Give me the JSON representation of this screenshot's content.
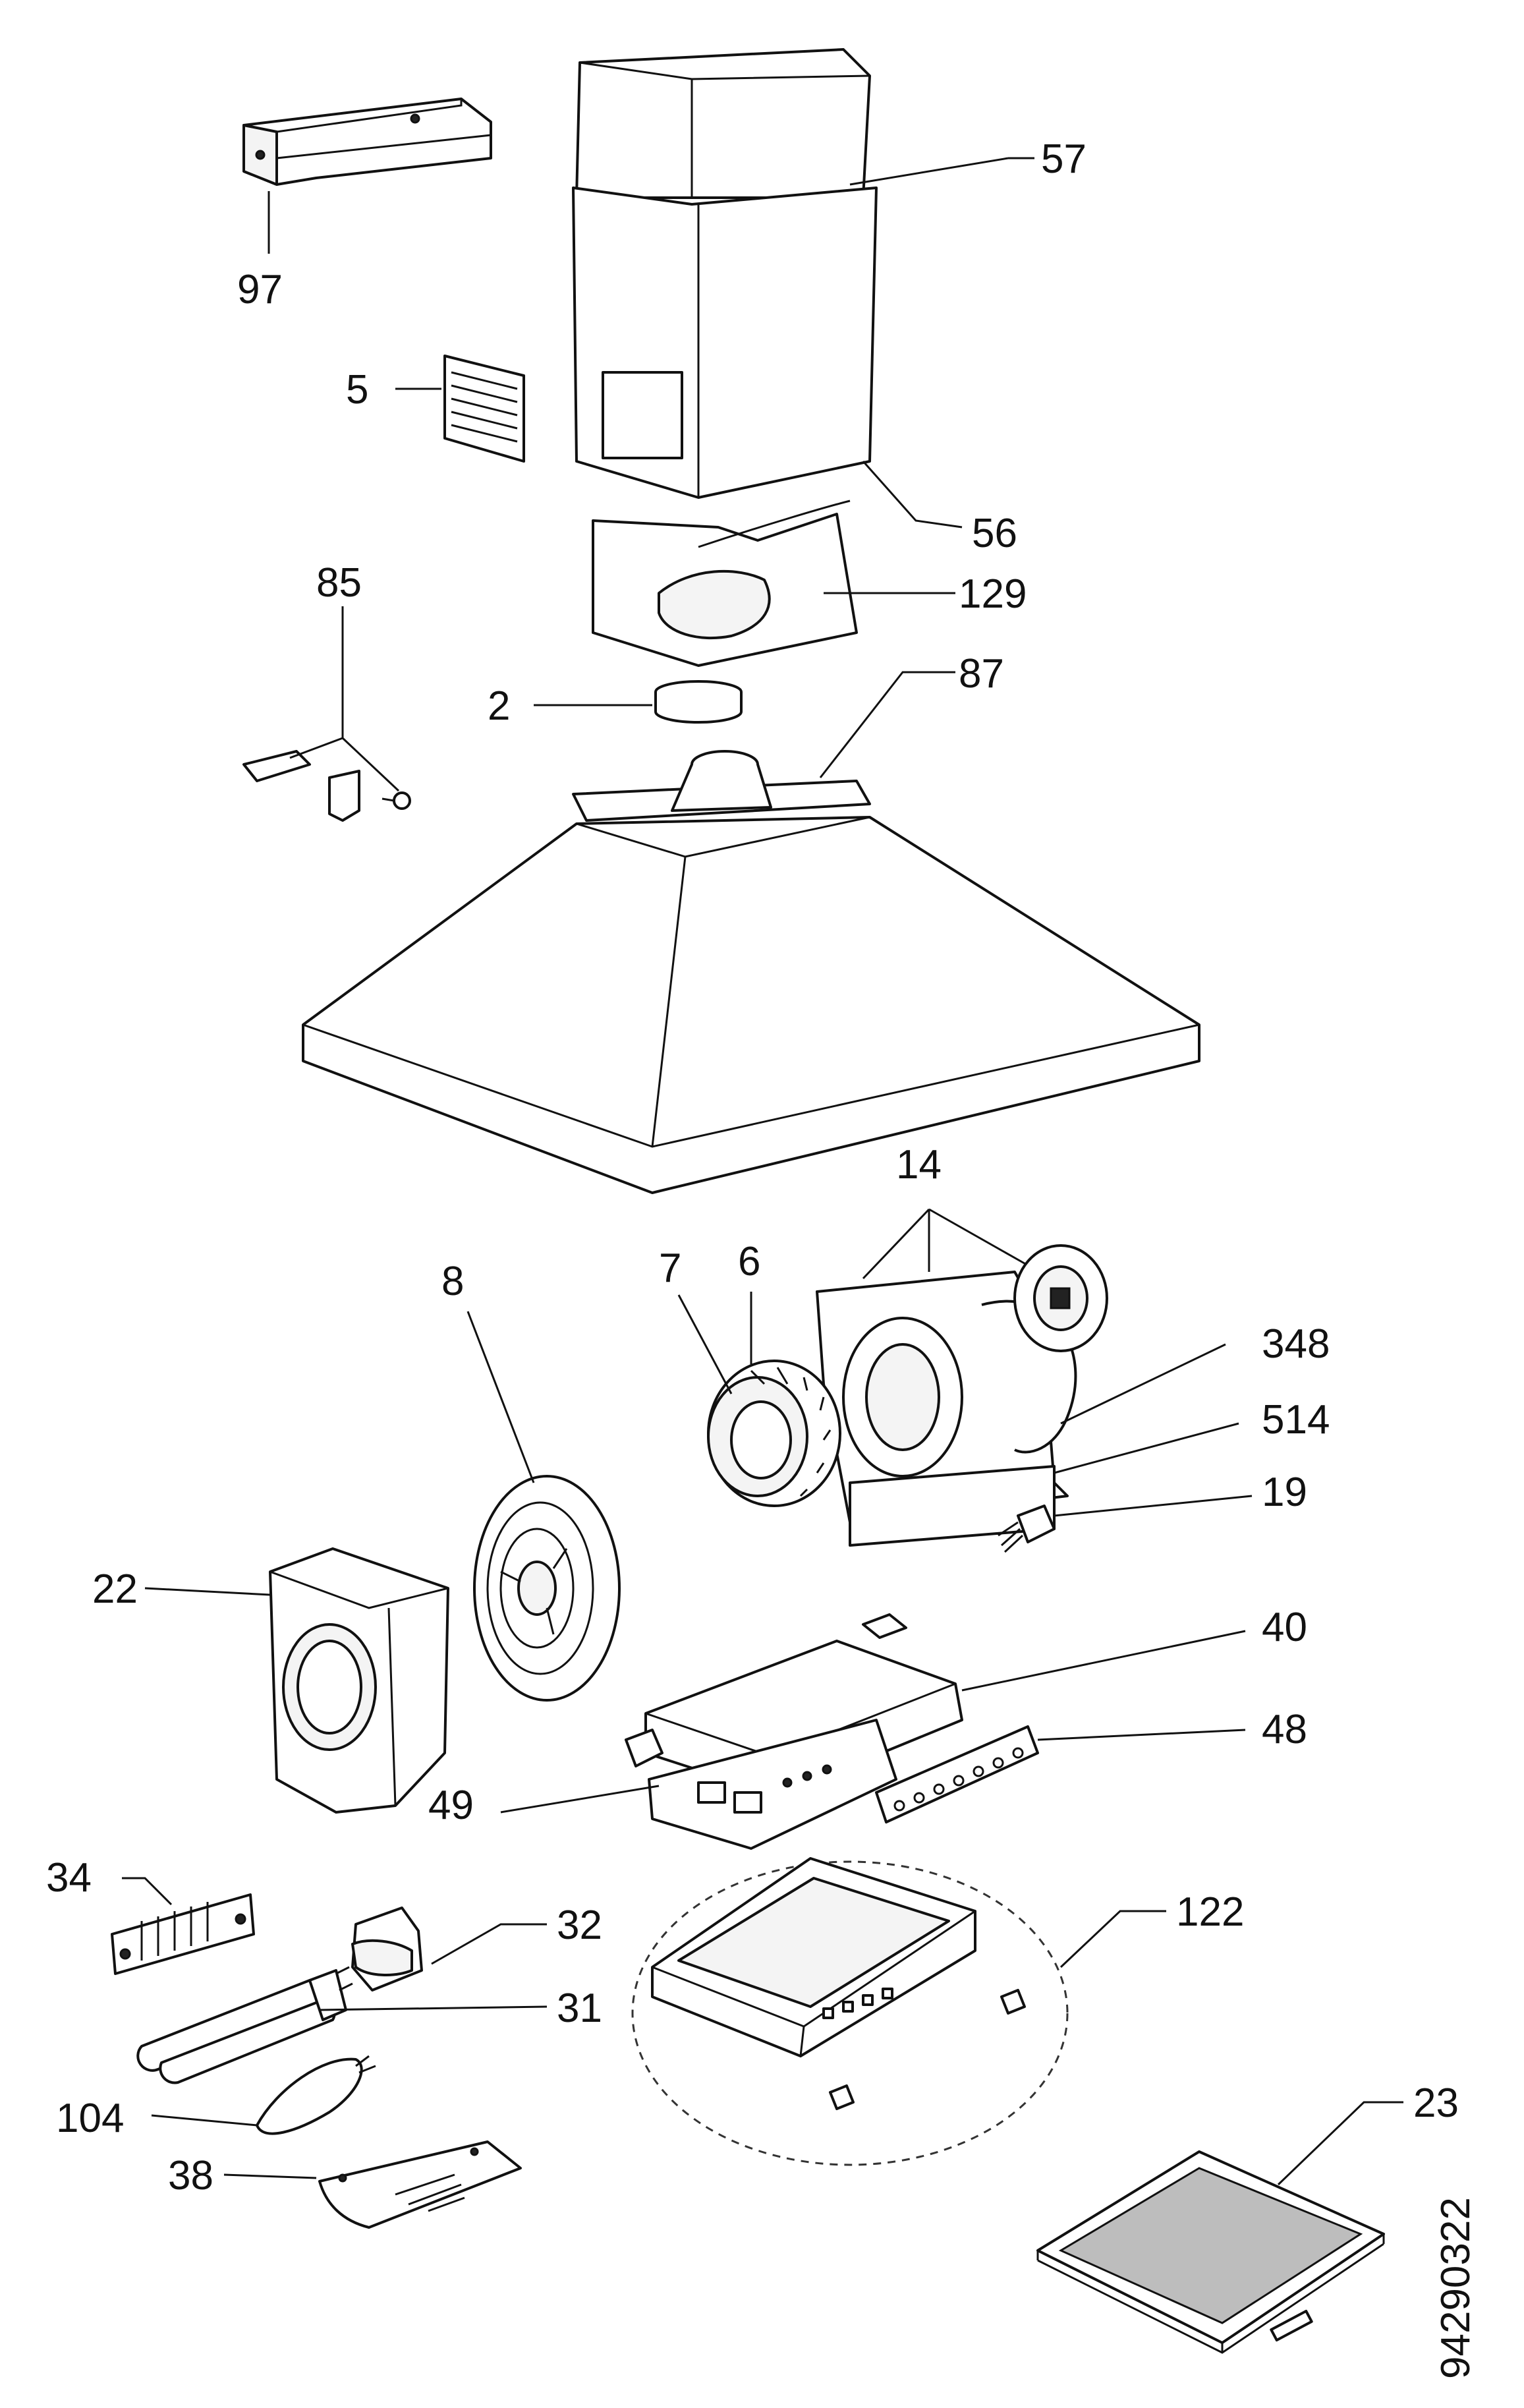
{
  "diagram": {
    "labels": {
      "l57": "57",
      "l97": "97",
      "l5": "5",
      "l56": "56",
      "l129": "129",
      "l85": "85",
      "l2": "2",
      "l87": "87",
      "l14": "14",
      "l8": "8",
      "l7": "7",
      "l6": "6",
      "l348": "348",
      "l514": "514",
      "l19": "19",
      "l22": "22",
      "l40": "40",
      "l48": "48",
      "l49": "49",
      "l34": "34",
      "l32": "32",
      "l122": "122",
      "l31": "31",
      "l104": "104",
      "l38": "38",
      "l23": "23"
    },
    "drawing_number": "94290322"
  }
}
